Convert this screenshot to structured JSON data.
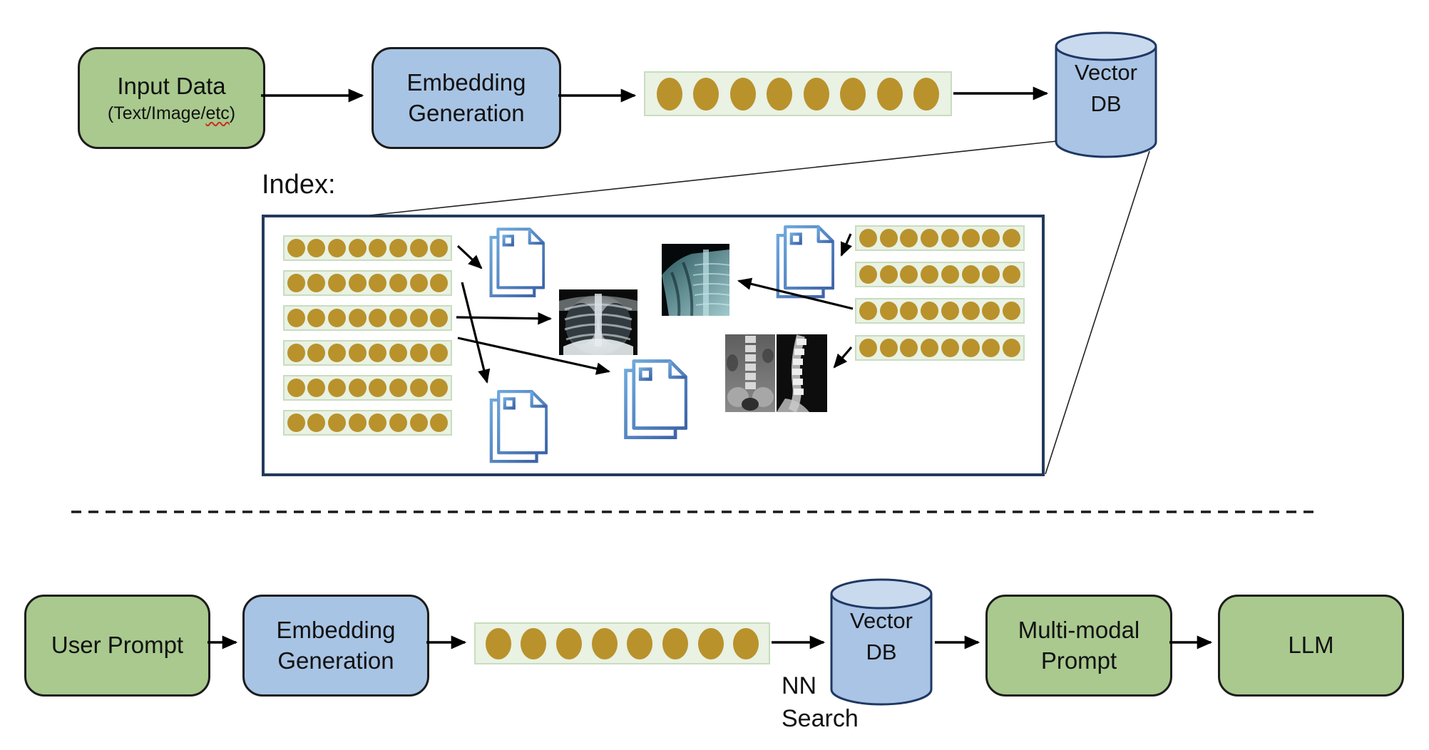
{
  "colors": {
    "box_green": "#a9c98e",
    "box_blue": "#a8c4e4",
    "cylinder_body": "#a9c4e4",
    "cylinder_top": "#c9d9ee",
    "cylinder_border": "#1f3864",
    "vector_row_bg": "#e9f2e3",
    "vector_row_border": "#c9dcc0",
    "dot_gold": "#b9922c",
    "index_frame_border": "#24395c",
    "arrow_black": "#000000",
    "doc_icon_blue": "#4f81bd",
    "squiggle_red": "#cc2a1e"
  },
  "top_flow": {
    "input_data": {
      "title": "Input Data",
      "subtitle_prefix": "(Text/Image/",
      "subtitle_word": "etc",
      "subtitle_suffix": ")"
    },
    "embedding_generation": {
      "line1": "Embedding",
      "line2": "Generation"
    },
    "embedding_vector": {
      "dot_count": 8
    },
    "vector_db": {
      "line1": "Vector",
      "line2": "DB"
    }
  },
  "index_section": {
    "label": "Index:",
    "left_row_count": 6,
    "right_row_count": 4,
    "dots_per_row": 8,
    "icons": {
      "documents": "document-stack-icon",
      "chest": "chest-xray-image",
      "shoulder": "shoulder-xray-image",
      "lumbar": "lumbar-spine-xray-image"
    }
  },
  "bottom_flow": {
    "user_prompt": "User Prompt",
    "embedding_generation": {
      "line1": "Embedding",
      "line2": "Generation"
    },
    "embedding_vector": {
      "dot_count": 8
    },
    "vector_db": {
      "line1": "Vector",
      "line2": "DB"
    },
    "nn_search": {
      "line1": "NN",
      "line2": "Search"
    },
    "multimodal_prompt": {
      "line1": "Multi-modal",
      "line2": "Prompt"
    },
    "llm": "LLM"
  }
}
